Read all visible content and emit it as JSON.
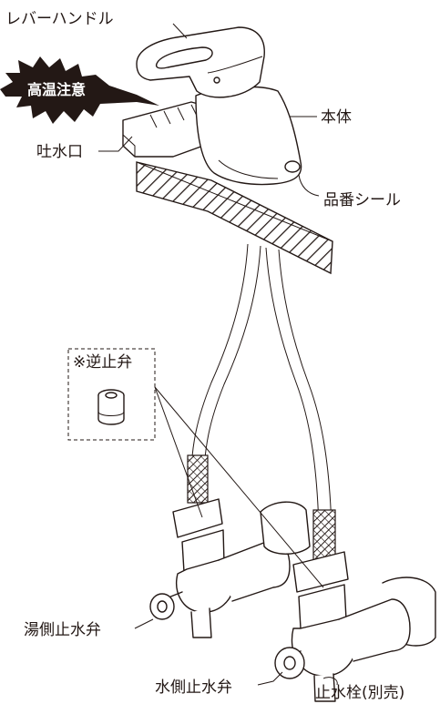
{
  "labels": {
    "lever_handle": "レバーハンドル",
    "warning": "高温注意",
    "body": "本体",
    "spout": "吐水口",
    "product_seal": "品番シール",
    "check_valve": "※逆止弁",
    "hot_valve": "湯側止水弁",
    "cold_valve": "水側止水弁",
    "stop_cock": "止水栓(別売)"
  },
  "colors": {
    "line": "#231815",
    "warning_fill": "#231815",
    "warning_text": "#ffffff"
  }
}
